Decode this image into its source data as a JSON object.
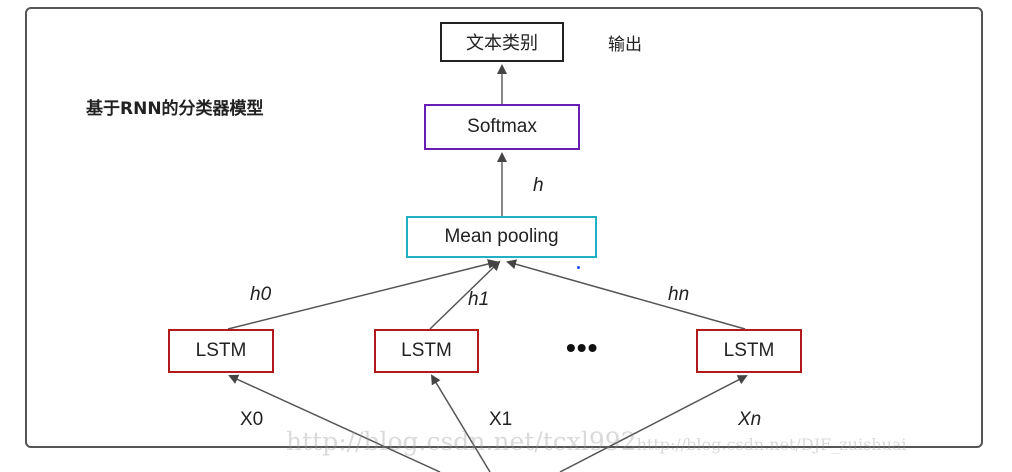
{
  "diagram": {
    "title": "基于RNN的分类器模型",
    "output_box": "文本类别",
    "output_label": "输出",
    "softmax_box": "Softmax",
    "pooling_box": "Mean pooling",
    "hidden_label": "h",
    "lstm_boxes": [
      "LSTM",
      "LSTM",
      "LSTM"
    ],
    "hidden_states": [
      "h0",
      "h1",
      "hn"
    ],
    "inputs": [
      "X0",
      "X1",
      "Xn"
    ],
    "ellipsis": "•••"
  },
  "watermark": {
    "main": "http://blog.csdn.net/tcxl992",
    "small": "http://blog.csdn.net/DJF_zuishuai"
  },
  "colors": {
    "softmax_border": "#6a1db3",
    "pooling_border": "#20b2c4",
    "lstm_border": "#b31a1a",
    "frame_border": "#555555"
  }
}
